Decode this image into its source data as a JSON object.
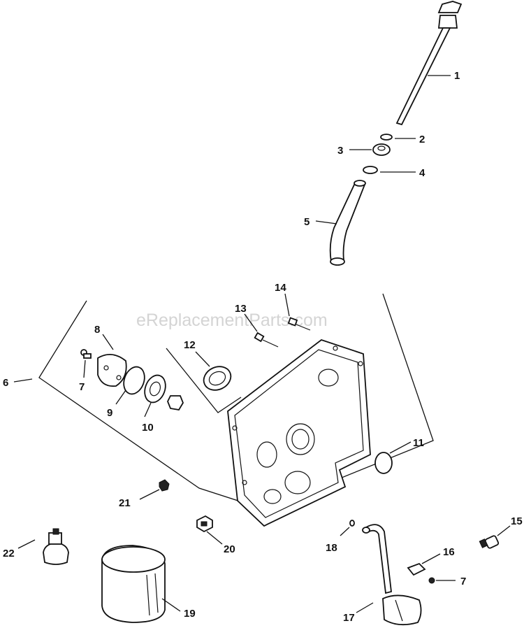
{
  "watermark": "eReplacementParts.com",
  "callouts": {
    "c1": "1",
    "c2": "2",
    "c3": "3",
    "c4": "4",
    "c5": "5",
    "c6": "6",
    "c7a": "7",
    "c7b": "7",
    "c8": "8",
    "c9": "9",
    "c10": "10",
    "c11": "11",
    "c12": "12",
    "c13": "13",
    "c14": "14",
    "c15": "15",
    "c16": "16",
    "c17": "17",
    "c18": "18",
    "c19": "19",
    "c20": "20",
    "c21": "21",
    "c22": "22"
  }
}
